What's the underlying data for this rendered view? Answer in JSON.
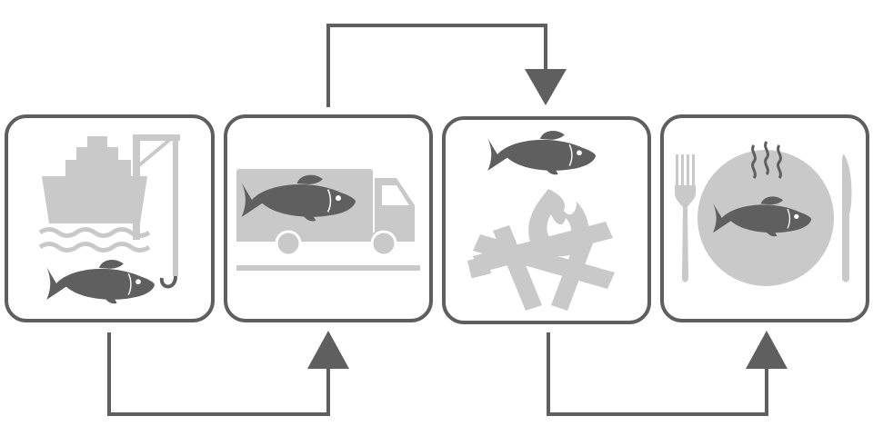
{
  "diagram": {
    "colors": {
      "dark": "#5f5f5f",
      "light": "#c9c9c9",
      "background": "#ffffff"
    },
    "steps": [
      {
        "id": "catch",
        "icons": [
          "ship-icon",
          "crane-hook-icon",
          "waves-icon",
          "fish-icon"
        ]
      },
      {
        "id": "transport",
        "icons": [
          "truck-icon",
          "fish-icon",
          "road-line-icon"
        ]
      },
      {
        "id": "cook",
        "icons": [
          "fish-icon",
          "campfire-icon"
        ]
      },
      {
        "id": "serve",
        "icons": [
          "fork-icon",
          "plate-icon",
          "steam-icon",
          "fish-icon",
          "knife-icon"
        ]
      }
    ],
    "connectors": [
      {
        "from": "catch",
        "to": "transport",
        "route": "below"
      },
      {
        "from": "transport",
        "to": "cook",
        "route": "above"
      },
      {
        "from": "cook",
        "to": "serve",
        "route": "below"
      }
    ]
  }
}
